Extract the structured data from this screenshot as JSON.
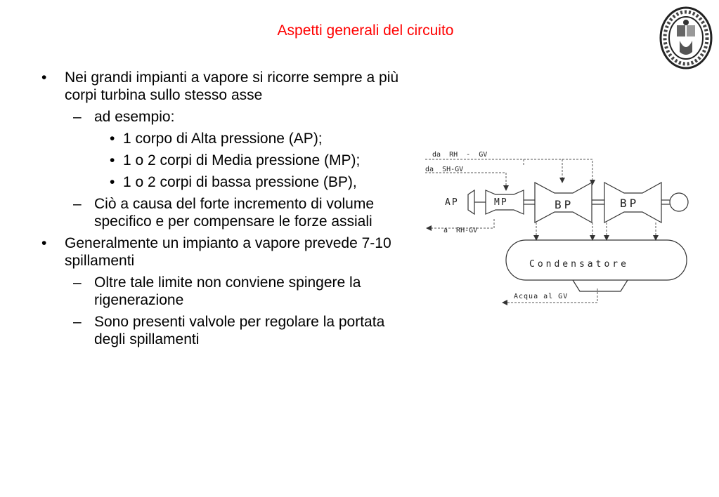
{
  "slide": {
    "title": "Aspetti generali del circuito",
    "title_color": "#ff0000",
    "logo_icon": "university-seal-icon"
  },
  "bullets": [
    {
      "level": 1,
      "marker": "•",
      "text": "Nei grandi impianti a vapore si ricorre sempre a più corpi turbina sullo stesso asse"
    },
    {
      "level": 2,
      "marker": "–",
      "text": "ad esempio:"
    },
    {
      "level": 3,
      "marker": "•",
      "text": "1 corpo di Alta pressione (AP);"
    },
    {
      "level": 3,
      "marker": "•",
      "text": "1 o 2 corpi di Media pressione (MP);"
    },
    {
      "level": 3,
      "marker": "•",
      "text": "1 o 2 corpi di bassa pressione (BP),"
    },
    {
      "level": 2,
      "marker": "–",
      "text": "Ciò a causa del forte incremento di volume specifico e per compensare le forze assiali"
    },
    {
      "level": 1,
      "marker": "•",
      "text": "Generalmente un impianto a vapore prevede 7-10 spillamenti"
    },
    {
      "level": 2,
      "marker": "–",
      "text": "Oltre tale limite non conviene spingere la rigenerazione"
    },
    {
      "level": 2,
      "marker": "–",
      "text": "Sono presenti valvole per regolare la portata degli spillamenti"
    }
  ],
  "diagram": {
    "from_rh_gv": "da  RH  -  GV",
    "from_sh_gv": "da  SH-GV",
    "to_rh_gv": "a  RH-GV",
    "ap": "AP",
    "mp": "MP",
    "bp1": "BP",
    "bp2": "BP",
    "condenser": "Condensatore",
    "water_to_gv": "Acqua al GV"
  }
}
